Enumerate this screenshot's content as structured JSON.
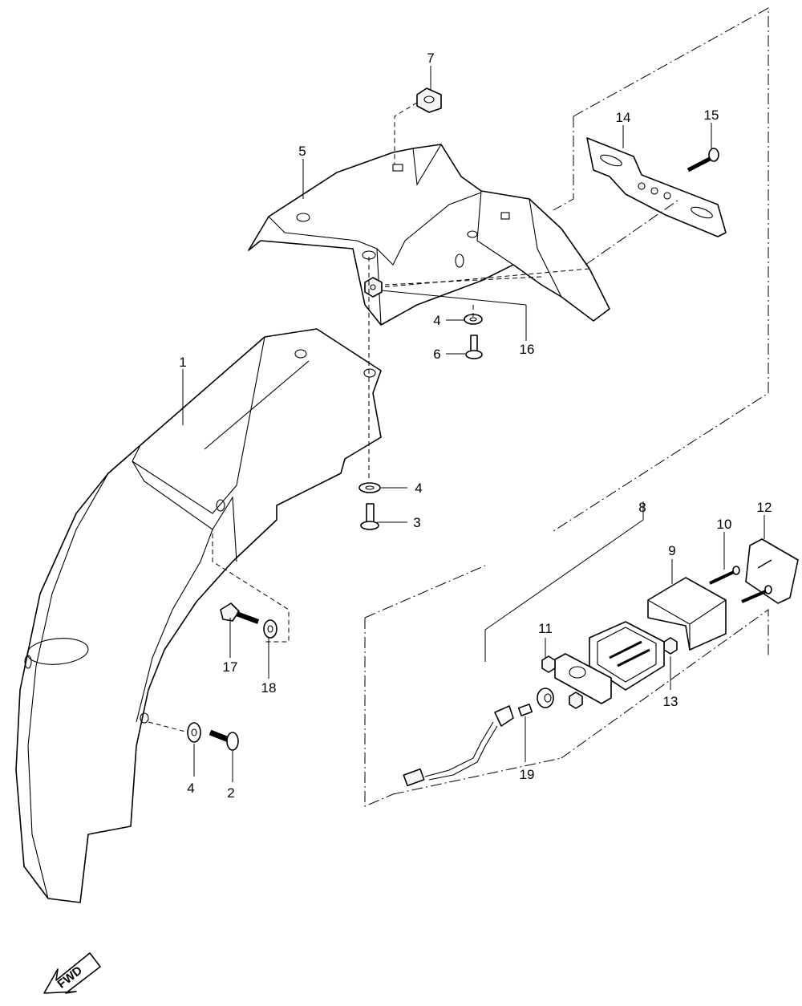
{
  "callouts": {
    "p1": "1",
    "p2": "2",
    "p3": "3",
    "p4a": "4",
    "p4b": "4",
    "p4c": "4",
    "p5": "5",
    "p6": "6",
    "p7": "7",
    "p8": "8",
    "p9": "9",
    "p10": "10",
    "p11": "11",
    "p12": "12",
    "p13": "13",
    "p14": "14",
    "p15": "15",
    "p16": "16",
    "p17": "17",
    "p18": "18",
    "p19": "19"
  },
  "direction_badge": {
    "label": "FWD"
  }
}
